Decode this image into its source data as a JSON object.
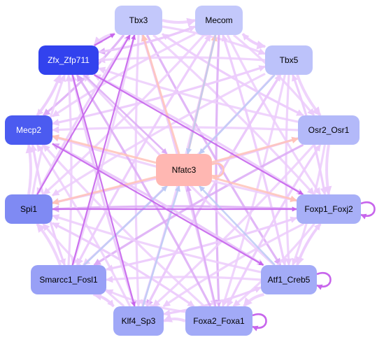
{
  "network": {
    "center": {
      "label": "Nfatc3",
      "fill": "#ffb7b2",
      "text": "#000000"
    },
    "nodes": [
      {
        "id": "tbx3",
        "label": "Tbx3",
        "fill": "#c3c8fb",
        "text": "#000000"
      },
      {
        "id": "mecom",
        "label": "Mecom",
        "fill": "#c3c8fb",
        "text": "#000000"
      },
      {
        "id": "tbx5",
        "label": "Tbx5",
        "fill": "#bcc2fa",
        "text": "#000000"
      },
      {
        "id": "osr2_osr1",
        "label": "Osr2_Osr1",
        "fill": "#b3b9f9",
        "text": "#000000"
      },
      {
        "id": "foxp1_foxj2",
        "label": "Foxp1_Foxj2",
        "fill": "#a7aff7",
        "text": "#000000"
      },
      {
        "id": "atf1_creb5",
        "label": "Atf1_Creb5",
        "fill": "#a3abf7",
        "text": "#000000"
      },
      {
        "id": "foxa2_foxa1",
        "label": "Foxa2_Foxa1",
        "fill": "#a2aaf7",
        "text": "#000000"
      },
      {
        "id": "klf4_sp3",
        "label": "Klf4_Sp3",
        "fill": "#a0a8f7",
        "text": "#000000"
      },
      {
        "id": "smarcc1_fosl1",
        "label": "Smarcc1_Fosl1",
        "fill": "#98a0f6",
        "text": "#000000"
      },
      {
        "id": "spi1",
        "label": "Spi1",
        "fill": "#7f8af3",
        "text": "#000000"
      },
      {
        "id": "mecp2",
        "label": "Mecp2",
        "fill": "#4b5bf0",
        "text": "#ffffff"
      },
      {
        "id": "zfx_zfp711",
        "label": "Zfx_Zfp711",
        "fill": "#3242ee",
        "text": "#ffffff"
      }
    ],
    "edge_colors": {
      "light": "#ecccfb",
      "medium": "#dcaaf6",
      "strong": "#c765ec",
      "salmon": "#ffc3b9",
      "blue": "#bccaf5"
    }
  }
}
